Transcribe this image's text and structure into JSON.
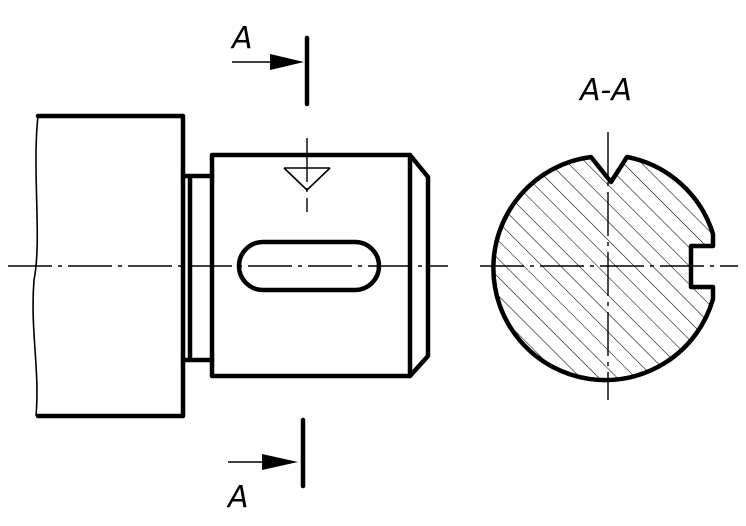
{
  "labels": {
    "cut_top": "A",
    "cut_bottom": "A",
    "section_title": "A-A"
  }
}
